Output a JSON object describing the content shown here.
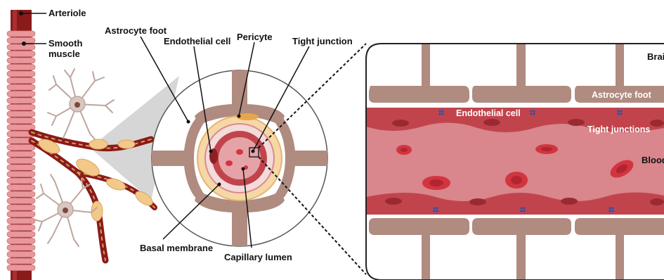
{
  "labels": {
    "arteriole": "Arteriole",
    "smooth_muscle_1": "Smooth",
    "smooth_muscle_2": "muscle",
    "astrocyte_foot": "Astrocyte foot",
    "endothelial_cell": "Endothelial cell",
    "pericyte": "Pericyte",
    "tight_junction": "Tight junction",
    "basal_membrane": "Basal membrane",
    "capillary_lumen": "Capillary lumen"
  },
  "panel": {
    "brain": "Brain",
    "astrocyte_foot": "Astrocyte foot",
    "endothelial_cell": "Endothelial cell",
    "tight_junctions": "Tight junctions",
    "blood": "Blood"
  },
  "colors": {
    "arteriole": "#8b1a1a",
    "smooth_muscle": "#e8979a",
    "astrocyte": "#b08b80",
    "pericyte": "#f3c98a",
    "endothelium": "#b5323a",
    "lumen": "#d9868c",
    "rbc": "#d2353f",
    "junction": "#3f4f9e"
  },
  "icons": [
    "astrocyte-cell-icon",
    "red-blood-cell-icon",
    "tight-junction-icon"
  ]
}
